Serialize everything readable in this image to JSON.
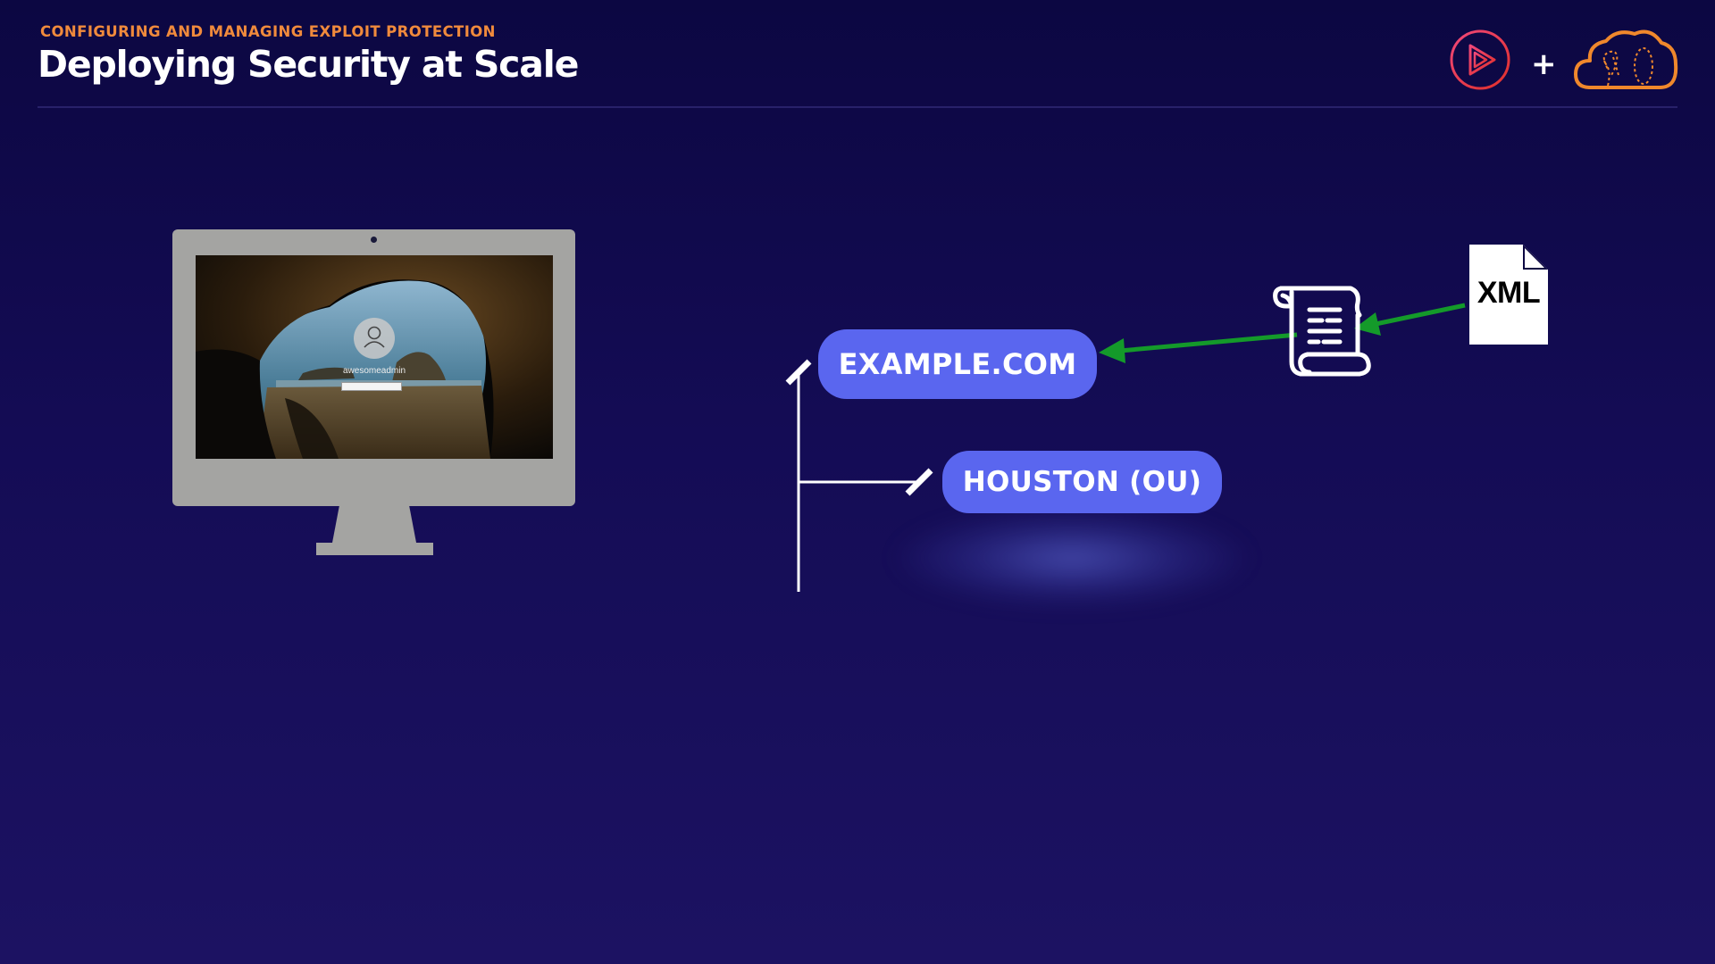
{
  "header": {
    "kicker": "CONFIGURING AND MANAGING EXPLOIT PROTECTION",
    "title": "Deploying Security at Scale"
  },
  "logos": {
    "play_icon": "play-circle-icon",
    "plus": "+",
    "cloud_icon": "cloud-icon"
  },
  "monitor": {
    "username": "awesomeadmin",
    "avatar_icon": "user-icon"
  },
  "diagram": {
    "domain_label": "EXAMPLE.COM",
    "ou_label": "HOUSTON (OU)",
    "policy_icon": "scroll-document-icon",
    "file_label": "XML"
  },
  "colors": {
    "accent_orange": "#f08a3c",
    "pill_blue": "#5a66ef",
    "arrow_green": "#149a2a",
    "background": "#140c55",
    "logo_red": "#e8294a"
  }
}
